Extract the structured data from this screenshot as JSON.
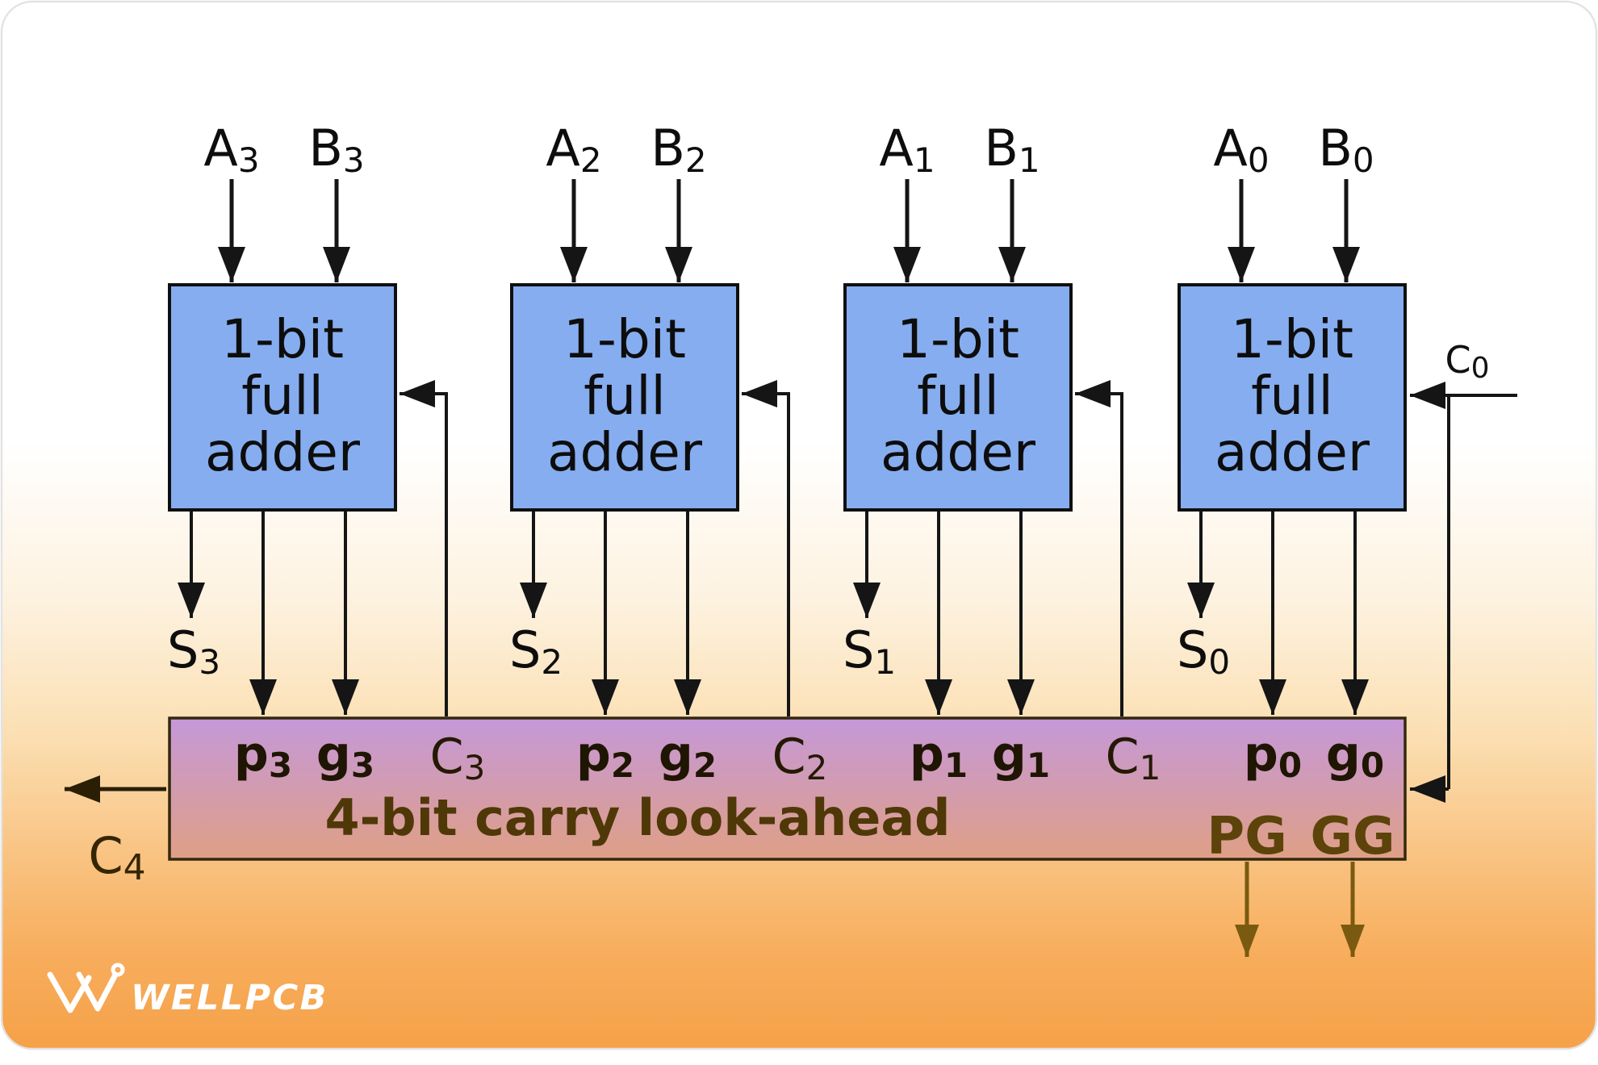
{
  "colors": {
    "page_bg": "#ffffff",
    "card_top": "#ffffff",
    "card_cream": "#fdf2e0",
    "card_peach": "#f9c484",
    "card_orange": "#f6a149",
    "card_border": "#e3e3e3",
    "adder_fill": "#86adef",
    "adder_border": "#0f0f0f",
    "carry_top": "#c598d9",
    "carry_bottom": "#df9f85",
    "carry_border": "#33280e",
    "line_black": "#151515",
    "line_brown": "#7a5a10",
    "text_black": "#0d0d0d",
    "text_brown_title": "#4f3808",
    "text_brown_pg": "#5c430a"
  },
  "adders": [
    {
      "box_lines": [
        "1-bit",
        "full",
        "adder"
      ],
      "a": {
        "base": "A",
        "sub": "3"
      },
      "b": {
        "base": "B",
        "sub": "3"
      },
      "s": {
        "base": "S",
        "sub": "3"
      },
      "p": {
        "base": "p",
        "sub": "3"
      },
      "g": {
        "base": "g",
        "sub": "3"
      },
      "carry": {
        "base": "C",
        "sub": "3"
      }
    },
    {
      "box_lines": [
        "1-bit",
        "full",
        "adder"
      ],
      "a": {
        "base": "A",
        "sub": "2"
      },
      "b": {
        "base": "B",
        "sub": "2"
      },
      "s": {
        "base": "S",
        "sub": "2"
      },
      "p": {
        "base": "p",
        "sub": "2"
      },
      "g": {
        "base": "g",
        "sub": "2"
      },
      "carry": {
        "base": "C",
        "sub": "2"
      }
    },
    {
      "box_lines": [
        "1-bit",
        "full",
        "adder"
      ],
      "a": {
        "base": "A",
        "sub": "1"
      },
      "b": {
        "base": "B",
        "sub": "1"
      },
      "s": {
        "base": "S",
        "sub": "1"
      },
      "p": {
        "base": "p",
        "sub": "1"
      },
      "g": {
        "base": "g",
        "sub": "1"
      },
      "carry": {
        "base": "C",
        "sub": "1"
      }
    },
    {
      "box_lines": [
        "1-bit",
        "full",
        "adder"
      ],
      "a": {
        "base": "A",
        "sub": "0"
      },
      "b": {
        "base": "B",
        "sub": "0"
      },
      "s": {
        "base": "S",
        "sub": "0"
      },
      "p": {
        "base": "p",
        "sub": "0"
      },
      "g": {
        "base": "g",
        "sub": "0"
      }
    }
  ],
  "external_carry_in": {
    "base": "C",
    "sub": "0"
  },
  "carry_unit": {
    "title": "4-bit carry look-ahead",
    "pg_label": "PG",
    "gg_label": "GG",
    "carry_out": {
      "base": "C",
      "sub": "4"
    }
  },
  "logo": {
    "brand": "WELLPCB"
  }
}
